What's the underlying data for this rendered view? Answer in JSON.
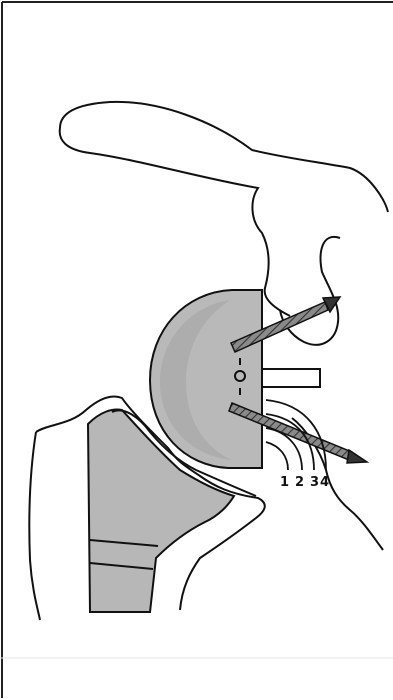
{
  "figure": {
    "zone_labels": [
      "1",
      "2",
      "3",
      "4"
    ],
    "colors": {
      "outline": "#111111",
      "shading": "#b9b9b9",
      "shading_dark": "#9a9a9a",
      "screw_fill": "#7a7a7a",
      "background": "#ffffff",
      "border": "#222222"
    }
  }
}
